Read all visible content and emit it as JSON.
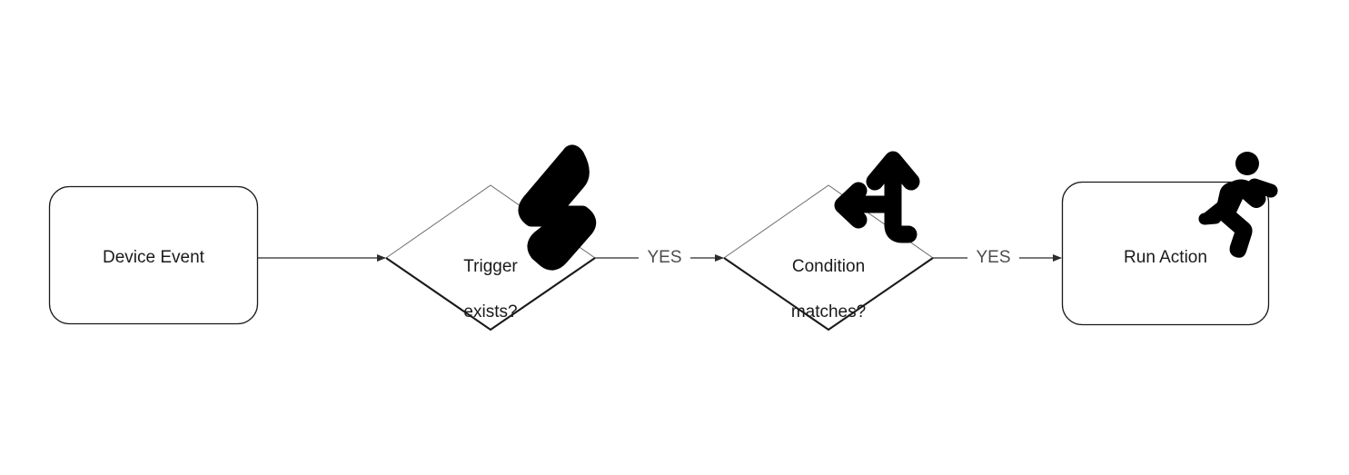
{
  "diagram": {
    "type": "flowchart",
    "orientation": "left-to-right",
    "background_color": "#ffffff",
    "stroke_color": "#1a1a1a",
    "edge_label_color": "#4d4d4d",
    "node_label_color": "#1a1a1a",
    "icon_color": "#000000",
    "nodes": [
      {
        "id": "device-event",
        "shape": "rounded-rectangle",
        "label": "Device Event",
        "icon": null
      },
      {
        "id": "trigger-exists",
        "shape": "diamond",
        "label": "Trigger\nexists?",
        "label_line1": "Trigger",
        "label_line2": "exists?",
        "icon": "lightning-bolt-icon"
      },
      {
        "id": "condition-matches",
        "shape": "diamond",
        "label": "Condition\nmatches?",
        "label_line1": "Condition",
        "label_line2": "matches?",
        "icon": "branch-arrow-icon"
      },
      {
        "id": "run-action",
        "shape": "rounded-rectangle",
        "label": "Run Action",
        "icon": "running-person-icon"
      }
    ],
    "edges": [
      {
        "id": "edge-1",
        "from": "device-event",
        "to": "trigger-exists",
        "label": "",
        "arrowhead": true
      },
      {
        "id": "edge-2",
        "from": "trigger-exists",
        "to": "condition-matches",
        "label": "YES",
        "arrowhead": true
      },
      {
        "id": "edge-3",
        "from": "condition-matches",
        "to": "run-action",
        "label": "YES",
        "arrowhead": true
      }
    ]
  }
}
